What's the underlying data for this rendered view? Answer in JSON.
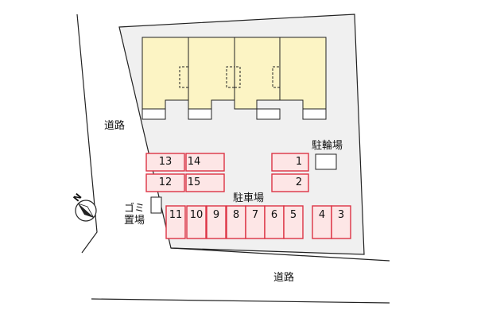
{
  "labels": {
    "road_left": "道路",
    "road_bottom": "道路",
    "bicycle_parking": "駐輪場",
    "parking_lot": "駐車場",
    "garbage_line1": "ゴミ",
    "garbage_line2": "置場",
    "compass_north": "N"
  },
  "parking_spaces": {
    "p1": "1",
    "p2": "2",
    "p3": "3",
    "p4": "4",
    "p5": "5",
    "p6": "6",
    "p7": "7",
    "p8": "8",
    "p9": "9",
    "p10": "10",
    "p11": "11",
    "p12": "12",
    "p13": "13",
    "p14": "14",
    "p15": "15"
  },
  "colors": {
    "lot": "#f0f0f0",
    "building": "#fcf4c4",
    "parking_fill": "#fde6e6",
    "parking_stroke": "#dd3344",
    "outline": "#222222"
  }
}
